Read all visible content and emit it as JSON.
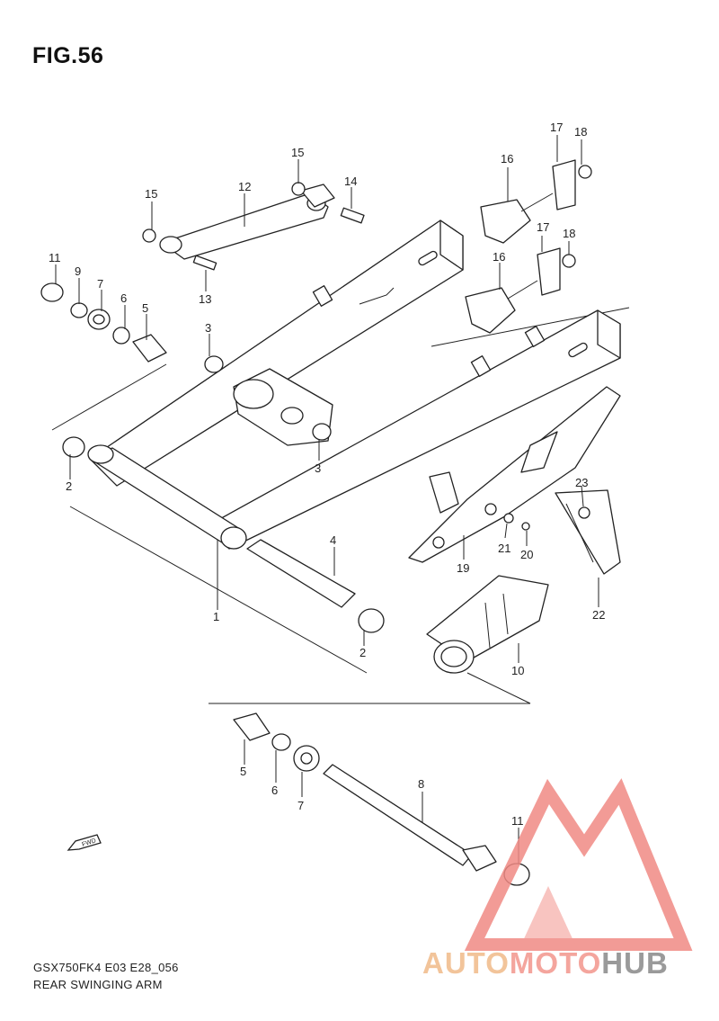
{
  "figure": {
    "title": "FIG.56",
    "model_code": "GSX750FK4 E03 E28_056",
    "caption": "REAR SWINGING ARM"
  },
  "callouts": {
    "c1": "1",
    "c2a": "2",
    "c2b": "2",
    "c3a": "3",
    "c3b": "3",
    "c4": "4",
    "c5a": "5",
    "c5b": "5",
    "c6a": "6",
    "c6b": "6",
    "c7a": "7",
    "c7b": "7",
    "c8": "8",
    "c9": "9",
    "c10": "10",
    "c11a": "11",
    "c11b": "11",
    "c12": "12",
    "c13": "13",
    "c14": "14",
    "c15a": "15",
    "c15b": "15",
    "c16a": "16",
    "c16b": "16",
    "c17a": "17",
    "c17b": "17",
    "c18a": "18",
    "c18b": "18",
    "c19": "19",
    "c20": "20",
    "c21": "21",
    "c22": "22",
    "c23": "23"
  },
  "fwd_label": "FWD",
  "watermark": {
    "part1": "AUTO",
    "part2": "MOTO",
    "part3": "HUB"
  },
  "colors": {
    "watermark_red": "#f08a84",
    "watermark_orange": "#f2c49a",
    "watermark_grey": "#9a9a9a"
  }
}
